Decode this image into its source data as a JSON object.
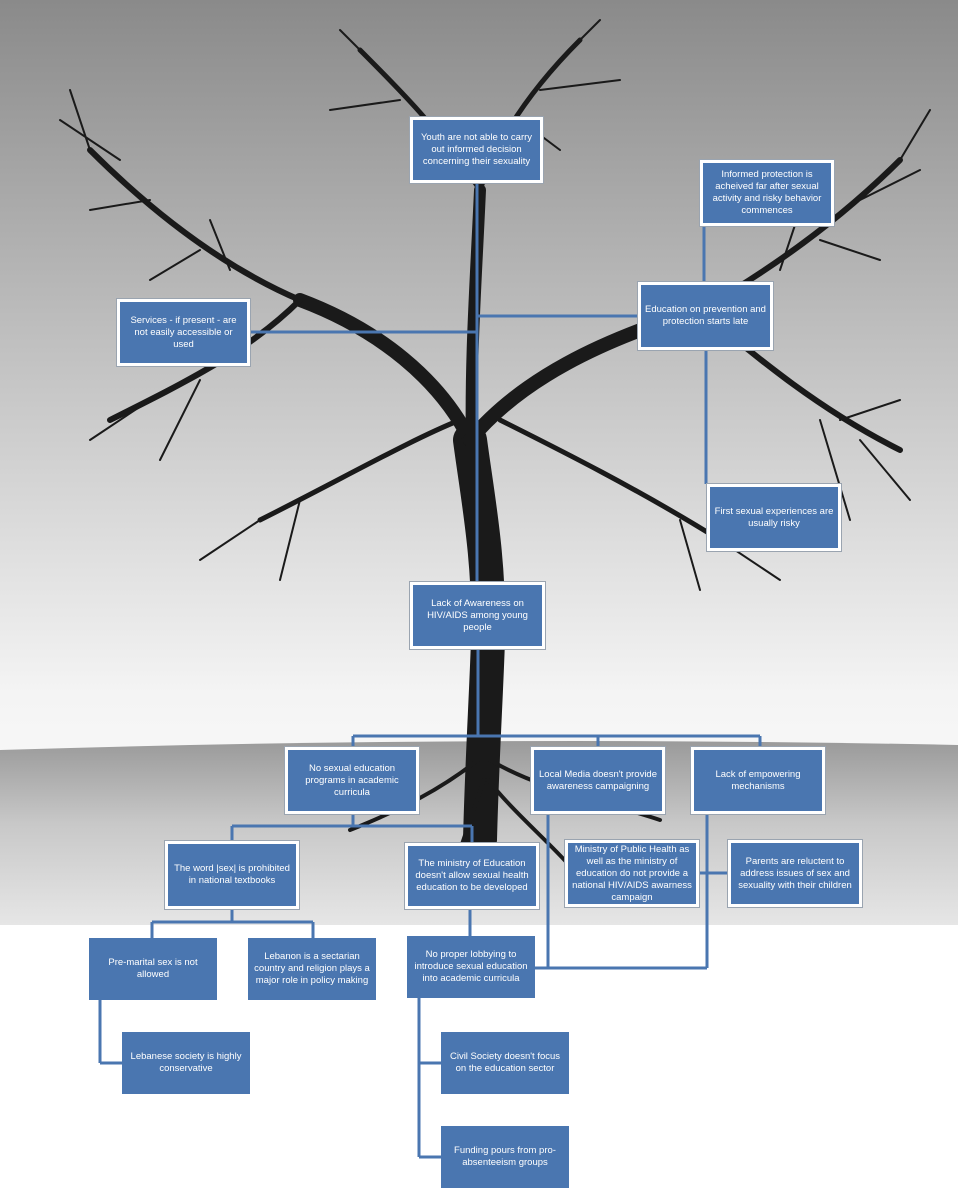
{
  "colors": {
    "box_fill": "#4a76b0",
    "box_text": "#ffffff",
    "connector": "#4a76b0"
  },
  "root_problem": "Lack of Awareness on HIV/AIDS among young people",
  "effects": {
    "youth_decision": "Youth are not able to carry out informed decision concerning their sexuality",
    "informed_protection": "Informed protection is acheived far after sexual activity and risky behavior commences",
    "services": "Services - if present - are not easily accessible or used",
    "education_late": "Education on prevention and protection starts late",
    "first_experiences": "First sexual experiences are usually risky"
  },
  "causes": {
    "no_sex_ed": "No sexual education programs in academic curricula",
    "local_media": "Local Media doesn't provide awareness campaigning",
    "empowering": "Lack of empowering mechanisms",
    "word_sex": "The word |sex| is prohibited in national textbooks",
    "ministry_education": "The ministry of Education doesn't allow sexual health education to be developed",
    "ministry_health": "Ministry of Public Health as well as the ministry of education do not provide a national HIV/AIDS awarness campaign",
    "parents": "Parents are reluctent to address issues of sex and sexuality with their children",
    "premarital": "Pre-marital sex is not allowed",
    "sectarian": "Lebanon is a sectarian country and religion plays a major role in policy making",
    "lobbying": "No proper lobbying to introduce sexual education into academic curricula",
    "conservative": "Lebanese society is highly conservative",
    "civil_society": "Civil Society doesn't focus on the education sector",
    "funding": "Funding pours from pro-absenteeism groups"
  }
}
